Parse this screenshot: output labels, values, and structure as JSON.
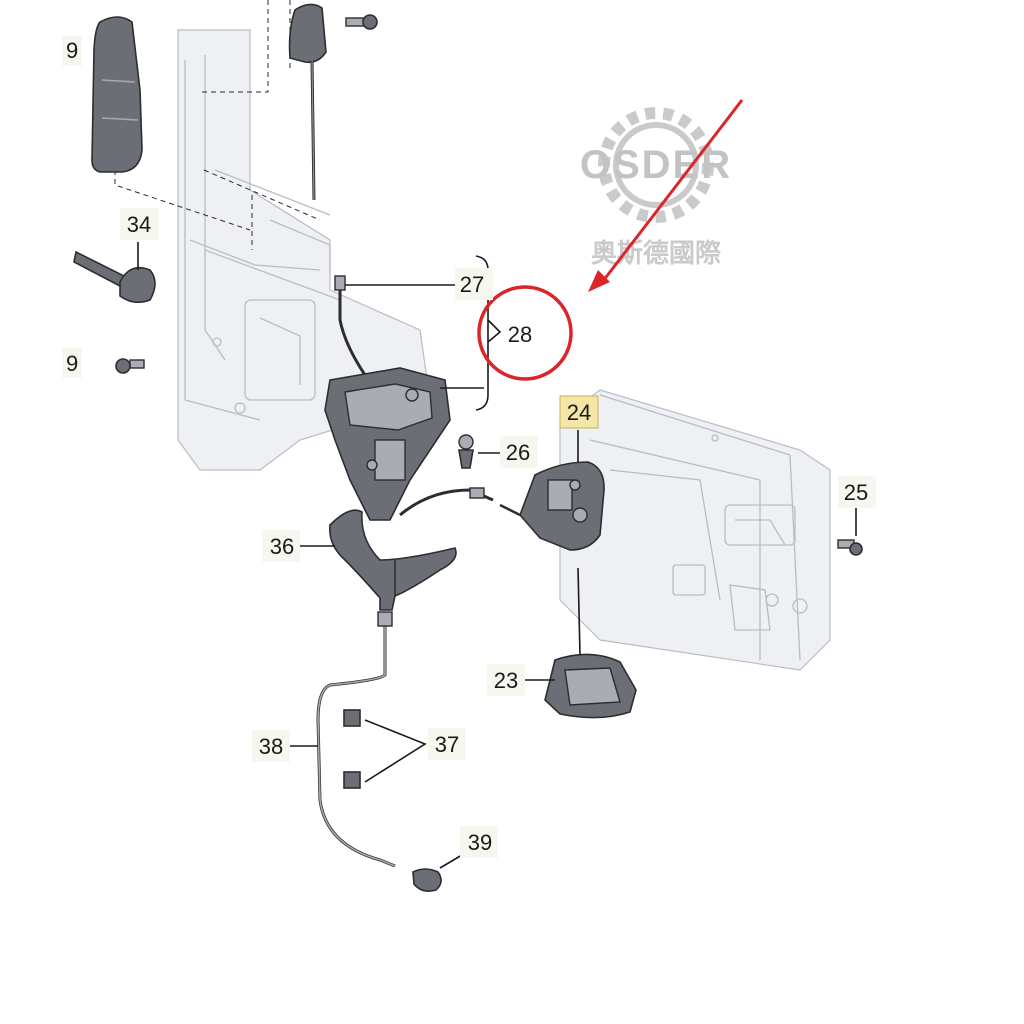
{
  "diagram": {
    "callouts": [
      {
        "id": "c34",
        "text": "34"
      },
      {
        "id": "c27",
        "text": "27"
      },
      {
        "id": "c28",
        "text": "28"
      },
      {
        "id": "c24",
        "text": "24"
      },
      {
        "id": "c26",
        "text": "26"
      },
      {
        "id": "c25",
        "text": "25"
      },
      {
        "id": "c36",
        "text": "36"
      },
      {
        "id": "c23",
        "text": "23"
      },
      {
        "id": "c38",
        "text": "38"
      },
      {
        "id": "c37",
        "text": "37"
      },
      {
        "id": "c39",
        "text": "39"
      }
    ],
    "cut_labels": [
      {
        "id": "cut-top",
        "text": "9"
      },
      {
        "id": "cut-mid",
        "text": "9"
      }
    ],
    "highlighted_callout": "24",
    "annotation": {
      "type": "red circle with arrow",
      "circled_callout": "28",
      "color": "#d9262b"
    },
    "watermark": {
      "brand": "OSDER",
      "chinese": "奥斯德國際",
      "icon": "gear-icon",
      "color": "#8c8c8c"
    },
    "colors": {
      "highlight_fill": "#f3e6a6",
      "part_fill": "#6b6e74",
      "panel_fill": "#eef0f4"
    }
  }
}
